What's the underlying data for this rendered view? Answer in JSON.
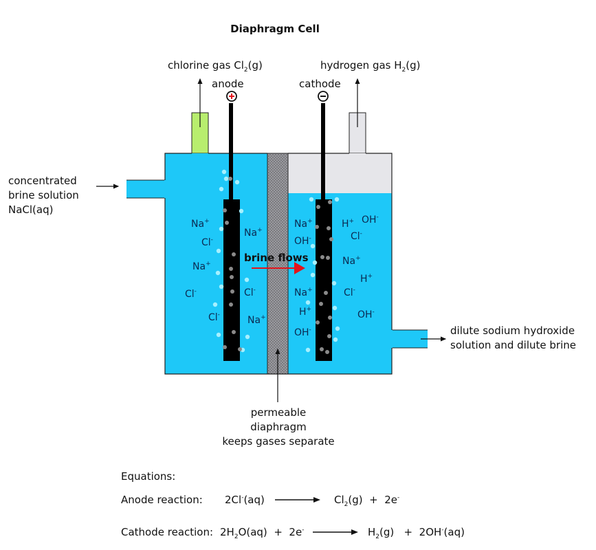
{
  "title": "Diaphragm Cell",
  "labels": {
    "chlorine_gas": {
      "text": "chlorine gas Cl",
      "sub": "2",
      "tail": "(g)"
    },
    "hydrogen_gas": {
      "text": "hydrogen gas H",
      "sub": "2",
      "tail": "(g)"
    },
    "anode": "anode",
    "cathode": "cathode",
    "anode_sign": "+",
    "cathode_sign": "-",
    "inlet": [
      "concentrated",
      "brine solution",
      "NaCl(aq)"
    ],
    "outlet": [
      "dilute sodium hydroxide",
      "solution and dilute brine"
    ],
    "diaphragm": [
      "permeable",
      "diaphragm",
      "keeps gases separate"
    ],
    "brine_flows": "brine flows"
  },
  "ions": {
    "anode_side": [
      {
        "base": "Na",
        "charge": "+"
      },
      {
        "base": "Cl",
        "charge": "-"
      },
      {
        "base": "Na",
        "charge": "+"
      },
      {
        "base": "Cl",
        "charge": "-"
      },
      {
        "base": "Cl",
        "charge": "-"
      },
      {
        "base": "Na",
        "charge": "+"
      },
      {
        "base": "Cl",
        "charge": "-"
      },
      {
        "base": "Na",
        "charge": "+"
      }
    ],
    "cathode_side": [
      {
        "base": "Na",
        "charge": "+"
      },
      {
        "base": "OH",
        "charge": "-"
      },
      {
        "base": "Na",
        "charge": "+"
      },
      {
        "base": "H",
        "charge": "+"
      },
      {
        "base": "OH",
        "charge": "-"
      },
      {
        "base": "H",
        "charge": "+"
      },
      {
        "base": "OH",
        "charge": "-"
      },
      {
        "base": "Cl",
        "charge": "-"
      },
      {
        "base": "Na",
        "charge": "+"
      },
      {
        "base": "H",
        "charge": "+"
      },
      {
        "base": "Cl",
        "charge": "-"
      },
      {
        "base": "OH",
        "charge": "-"
      }
    ]
  },
  "equations": {
    "heading": "Equations:",
    "anode": {
      "label": "Anode reaction:",
      "reactants": [
        {
          "t": "2Cl"
        },
        {
          "sup": "-"
        },
        {
          "t": "(aq)"
        }
      ],
      "products": [
        {
          "t": "Cl"
        },
        {
          "sub": "2"
        },
        {
          "t": "(g)  +  2e"
        },
        {
          "sup": "-"
        }
      ]
    },
    "cathode": {
      "label": "Cathode reaction:",
      "reactants": [
        {
          "t": "2H"
        },
        {
          "sub": "2"
        },
        {
          "t": "O(aq)  +  2e"
        },
        {
          "sup": "-"
        }
      ],
      "products": [
        {
          "t": "H"
        },
        {
          "sub": "2"
        },
        {
          "t": "(g)   +  2OH"
        },
        {
          "sup": "-"
        },
        {
          "t": "(aq)"
        }
      ]
    }
  },
  "colors": {
    "brine": "#1ec8f8",
    "chlorine_gas": "#b8ee6e",
    "hydrogen_gas": "#e6e6ea",
    "diaphragm": "#8e8e94",
    "electrode": "#000000",
    "flow_arrow": "#e3141b",
    "anode_sign": "#e3141b",
    "bubble_light": "#a6f0ff",
    "bubble_dark": "#8a8a8a"
  }
}
